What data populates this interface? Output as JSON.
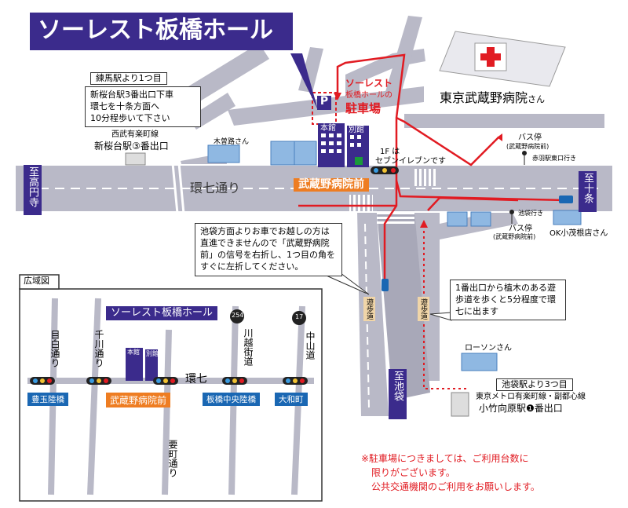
{
  "title": "ソーレスト板橋ホール",
  "colors": {
    "accent_purple": "#3b2b8c",
    "red": "#e11b22",
    "orange": "#ee7d22",
    "blue": "#1a67b3",
    "road": "#b9b9c7"
  },
  "parking": {
    "symbol": "P",
    "label_line1": "ソーレスト",
    "label_line2": "板橋ホールの",
    "label_line3": "駐車場"
  },
  "buildings": {
    "main": "本館",
    "annex": "別館",
    "kisoji": "木曽路さん",
    "lawson": "ローソンさん",
    "ok_store": "OK小茂根店さん"
  },
  "hospital": {
    "name": "東京武蔵野病院",
    "suffix": "さん"
  },
  "seven": {
    "line1": "1F は",
    "line2": "セブンイレブンです"
  },
  "nerima_note": {
    "header": "練馬駅より1つ目",
    "text1": "新桜台駅3番出口下車",
    "text2": "環七を十条方面へ",
    "text3": "10分程歩いて下さい",
    "station_line": "西武有楽町線",
    "station_name": "新桜台駅③番出口"
  },
  "ikebukuro_note": {
    "header": "池袋駅より3つ目",
    "station_line": "東京メトロ有楽町線・副都心線",
    "station_name": "小竹向原駅❶番出口"
  },
  "car_note": {
    "text": "池袋方面よりお車でお越しの方は直進できませんので「武蔵野病院前」の信号を右折し、1つ目の角をすぐに左折してください。"
  },
  "walk_note": {
    "text": "1番出口から植木のある遊歩道を歩くと5分程度で環七に出ます"
  },
  "roads": {
    "kan7": "環七通り",
    "to_koenji": "至高円寺",
    "to_jujo": "至十条",
    "to_ikebukuro": "至池袋",
    "promenade": "遊歩道"
  },
  "signal": "武蔵野病院前",
  "bus_stops": {
    "bus1_label": "バス停",
    "bus1_sub": "(武蔵野病院前)",
    "bus1_dest": "赤羽駅東口行き",
    "bus2_dest": "池袋行き",
    "bus2_label": "バス停",
    "bus2_sub": "(武蔵野病院前)"
  },
  "wide_map": {
    "header": "広域図",
    "title": "ソーレスト板橋ホール",
    "kan7": "環七",
    "roads": {
      "mejiro": "目白通り",
      "senkawa": "千川通り",
      "kawagoe": "川越街道",
      "nakasen": "中山道",
      "kanamecho": "要町通り"
    },
    "route_numbers": {
      "kawagoe": "254",
      "nakasen": "17"
    },
    "main": "本館",
    "annex": "別館",
    "signals": {
      "toyotama": "豊玉陸橋",
      "musashino": "武蔵野病院前",
      "itabashi": "板橋中央陸橋",
      "yamato": "大和町"
    }
  },
  "footer": {
    "line1": "※駐車場につきましては、ご利用台数に",
    "line2": "限りがございます。",
    "line3": "公共交通機関のご利用をお願いします。"
  }
}
